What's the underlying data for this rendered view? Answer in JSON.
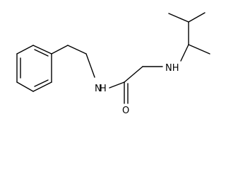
{
  "molecule": {
    "atoms": {
      "amide_nitrogen": "N",
      "amide_hydrogen": "H",
      "carbonyl_oxygen": "O",
      "amine_group": "NH"
    },
    "colors": {
      "bond": "#000000",
      "label": "#000000",
      "background": "#ffffff"
    }
  }
}
